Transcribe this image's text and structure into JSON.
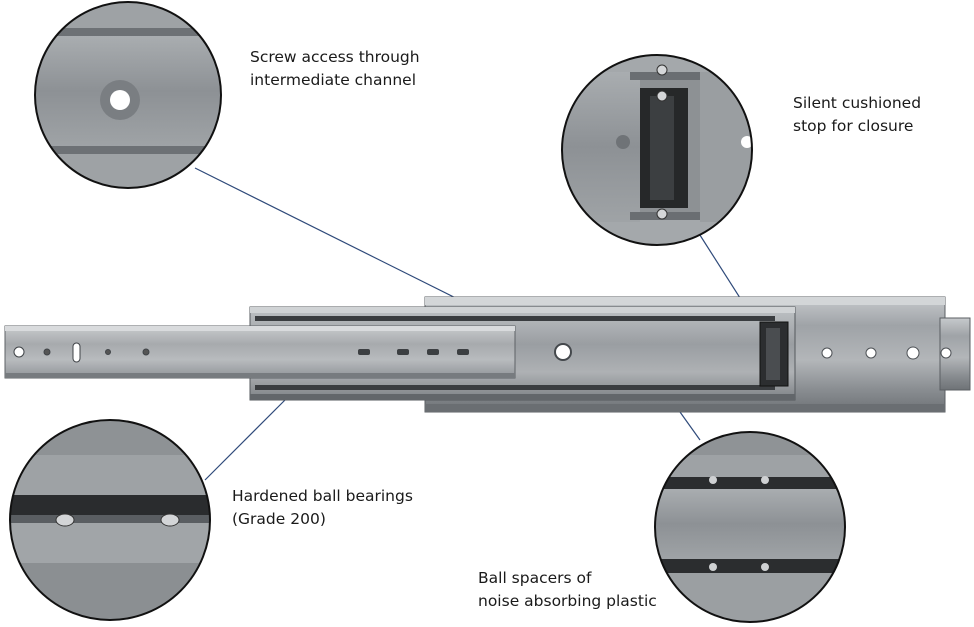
{
  "callouts": {
    "screw_access": {
      "line1": "Screw access through",
      "line2": "intermediate channel"
    },
    "cushioned_stop": {
      "line1": "Silent cushioned",
      "line2": "stop for closure"
    },
    "ball_bearings": {
      "line1": "Hardened ball bearings",
      "line2": "(Grade 200)"
    },
    "ball_spacers": {
      "line1": "Ball spacers of",
      "line2": "noise absorbing plastic"
    }
  },
  "colors": {
    "steel_light": "#b9bcbf",
    "steel_mid": "#8e9296",
    "steel_dark": "#5f6368",
    "leader_line": "#2f4a7a",
    "circle_border": "#111111"
  }
}
